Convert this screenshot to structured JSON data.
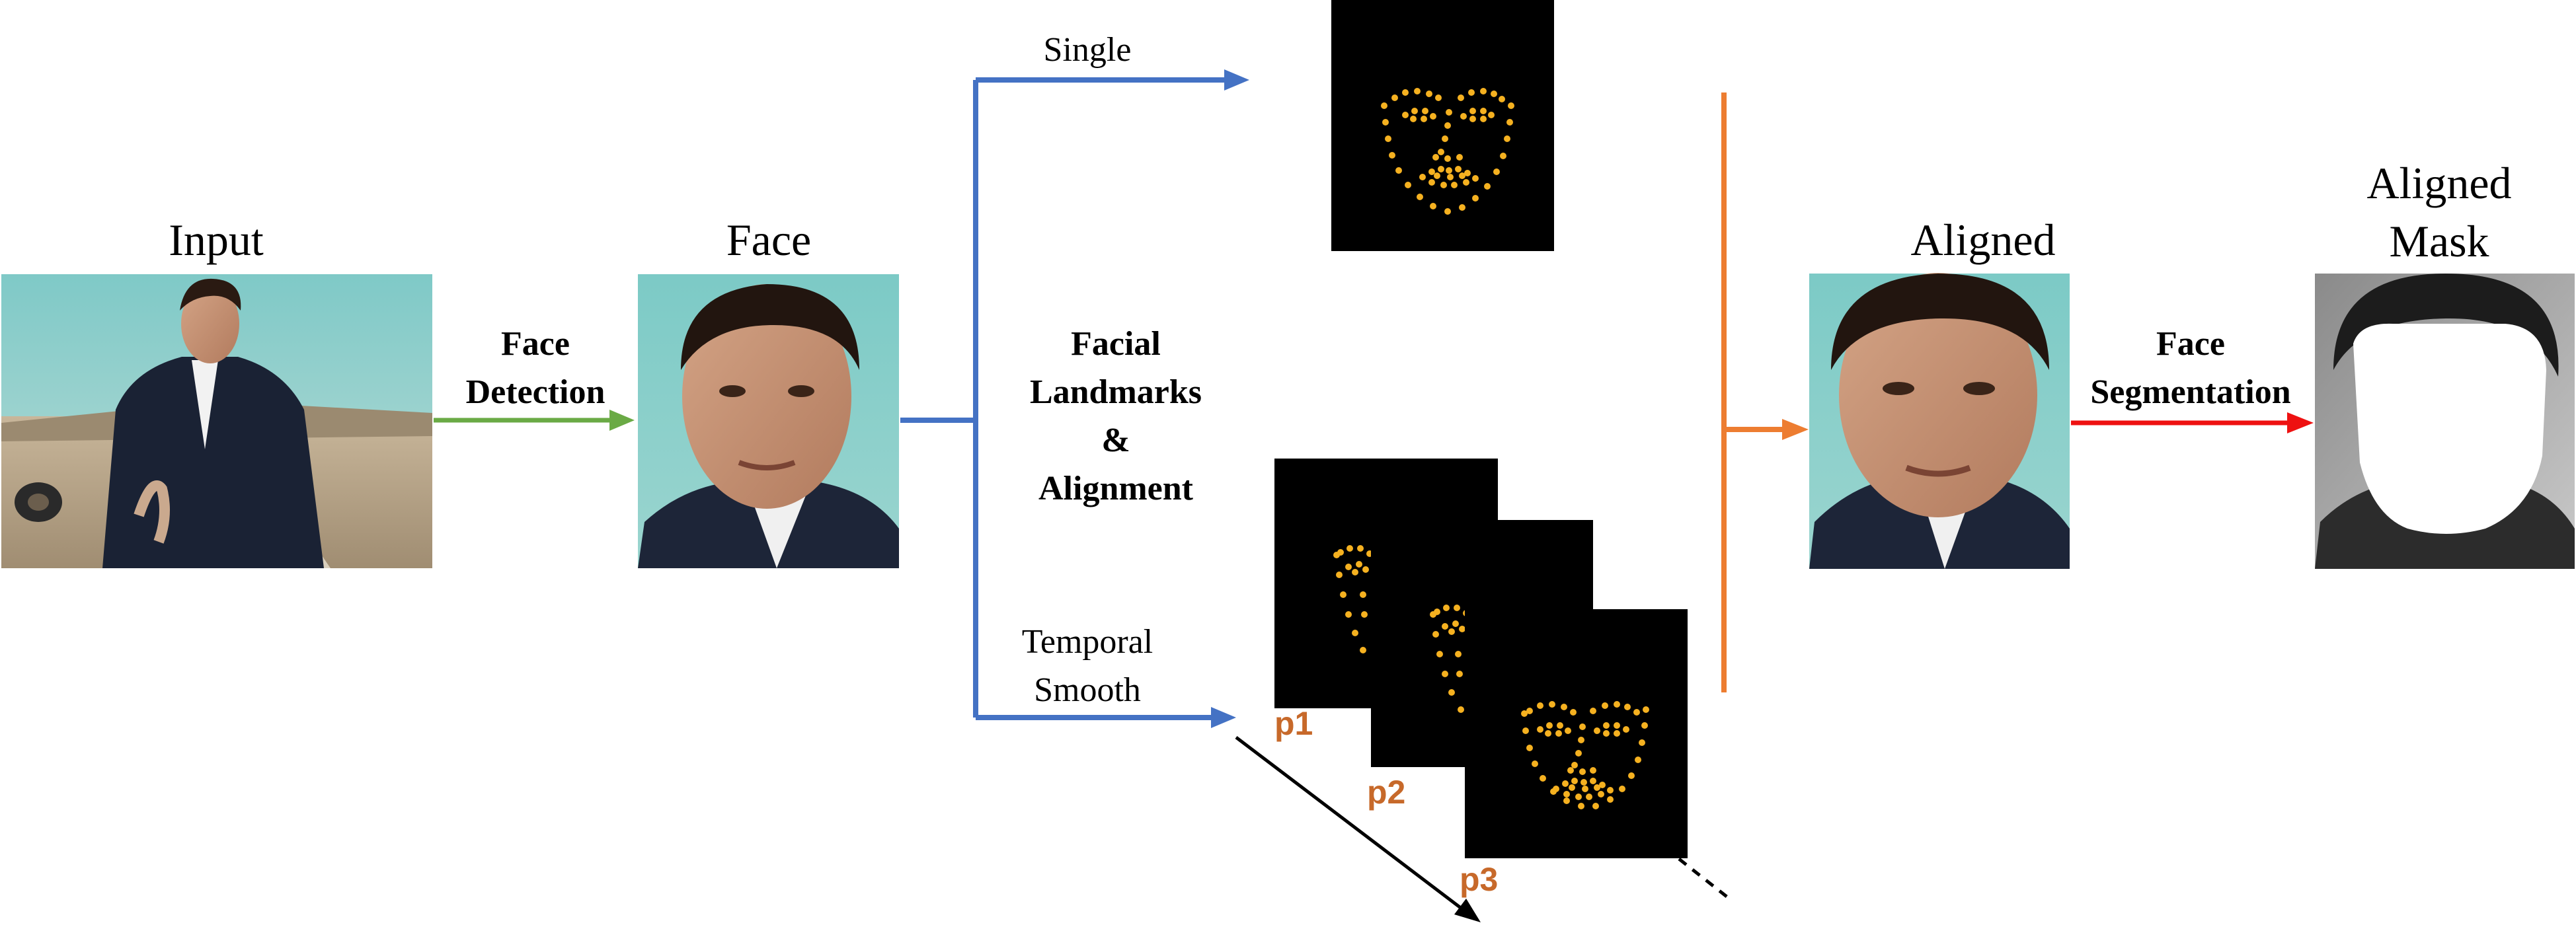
{
  "labels": {
    "input": "Input",
    "face": "Face",
    "aligned": "Aligned",
    "aligned_mask_line1": "Aligned",
    "aligned_mask_line2": "Mask",
    "face_detection_line1": "Face",
    "face_detection_line2": "Detection",
    "single": "Single",
    "facial_line1": "Facial",
    "facial_line2": "Landmarks",
    "facial_line3": "&",
    "facial_line4": "Alignment",
    "temporal_line1": "Temporal",
    "temporal_line2": "Smooth",
    "face_seg_line1": "Face",
    "face_seg_line2": "Segmentation",
    "p1": "p1",
    "p2": "p2",
    "p3": "p3"
  },
  "colors": {
    "green_arrow": "#6aaa45",
    "blue_line": "#4472c4",
    "orange_line": "#ed7d31",
    "red_arrow": "#ee1111",
    "landmark_dot": "#f5b120",
    "tag_text": "#c7692a"
  },
  "icons": {
    "input_photo": "person-desert-road-photo",
    "face_photo": "face-crop-photo",
    "aligned_photo": "aligned-face-photo",
    "mask_photo": "face-mask-photo",
    "landmark_panel": "facial-landmark-dots"
  }
}
